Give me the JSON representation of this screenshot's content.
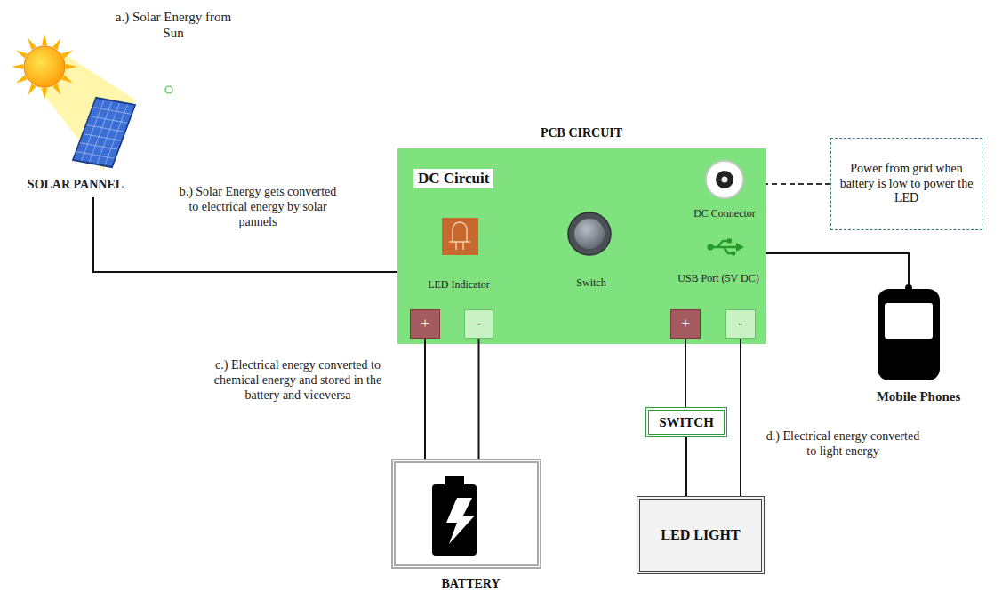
{
  "diagram": {
    "nodes": [
      {
        "text": [
          "PCB CIRCUIT",
          "DC Circuit"
        ]
      },
      {
        "text": [
          "+"
        ],
        "in": 0
      },
      {
        "text": [
          "-"
        ],
        "in": 0
      },
      {
        "text": [
          "+"
        ],
        "in": 0
      },
      {
        "text": [
          "-"
        ],
        "in": 0
      },
      {
        "text": [
          "Power from grid when battery is low to power the LED"
        ]
      },
      {
        "text": [
          "SWITCH"
        ]
      },
      {
        "text": [
          "BATTERY"
        ]
      },
      {
        "text": [
          "LED LIGHT"
        ]
      }
    ],
    "edges": [
      {
        "from": 1,
        "to": 7,
        "arrow": "none"
      },
      {
        "from": 2,
        "to": 7,
        "arrow": "none"
      },
      {
        "from": 3,
        "to": 6,
        "arrow": "none"
      },
      {
        "from": 6,
        "to": 8,
        "arrow": "none"
      },
      {
        "from": 4,
        "to": 8,
        "arrow": "none"
      },
      {
        "from": 5,
        "to": 0,
        "arrow": "none"
      }
    ],
    "labels": [
      "a.) Solar Energy from Sun",
      "SOLAR PANNEL",
      "b.) Solar Energy gets converted to electrical energy by solar pannels",
      "LED Indicator",
      "Switch",
      "DC Connector",
      "USB Port (5V DC)",
      "Mobile Phones",
      "c.) Electrical energy converted to chemical energy and stored in the battery and viceversa",
      "d.) Electrical energy converted to light energy"
    ]
  }
}
